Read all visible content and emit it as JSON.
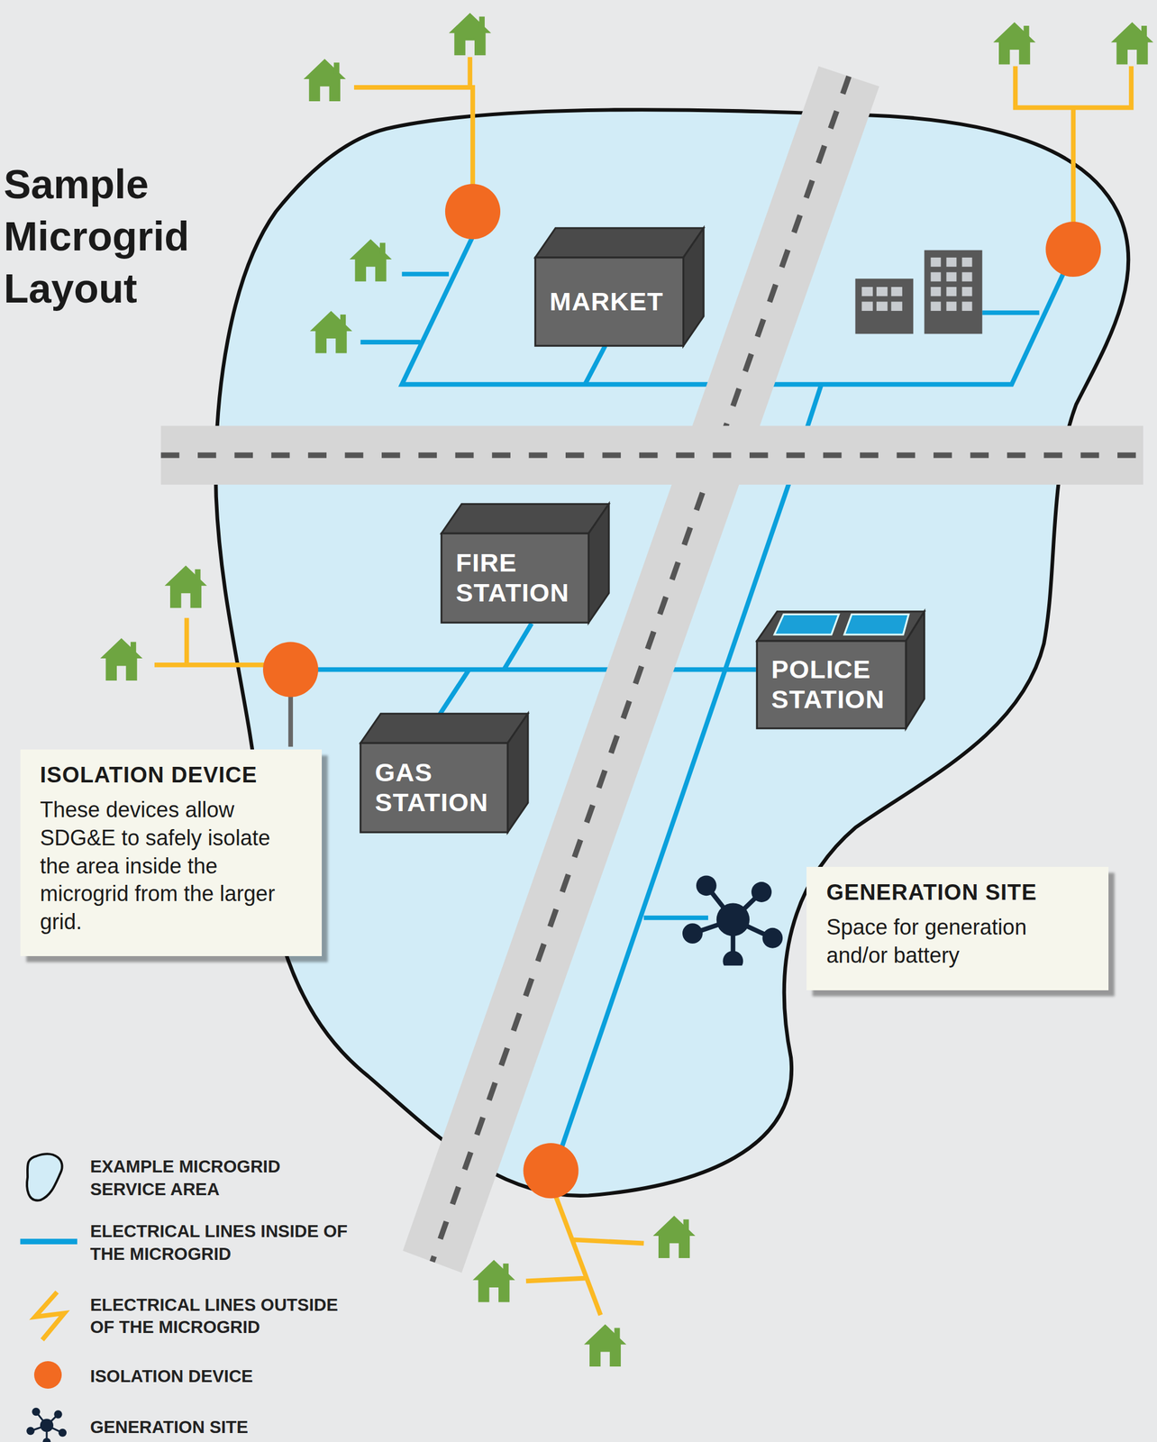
{
  "diagram": {
    "title": "Sample Microgrid Layout",
    "nodes": [
      {
        "text": [
          "MARKET"
        ]
      },
      {
        "text": [
          "FIRE STATION"
        ]
      },
      {
        "text": [
          "POLICE STATION"
        ]
      },
      {
        "text": [
          "GAS STATION"
        ]
      },
      {
        "text": [
          "ISOLATION DEVICE",
          "These devices allow SDG&E to safely isolate the area inside the microgrid from the larger grid."
        ]
      },
      {
        "text": [
          "GENERATION SITE",
          "Space for generation and/or battery"
        ]
      }
    ],
    "legend": [
      {
        "text": "EXAMPLE MICROGRID SERVICE AREA"
      },
      {
        "text": "ELECTRICAL LINES INSIDE OF THE MICROGRID"
      },
      {
        "text": "ELECTRICAL LINES OUTSIDE OF THE MICROGRID"
      },
      {
        "text": "ISOLATION DEVICE",
        "color": "#f26a21"
      },
      {
        "text": "GENERATION SITE"
      }
    ]
  }
}
